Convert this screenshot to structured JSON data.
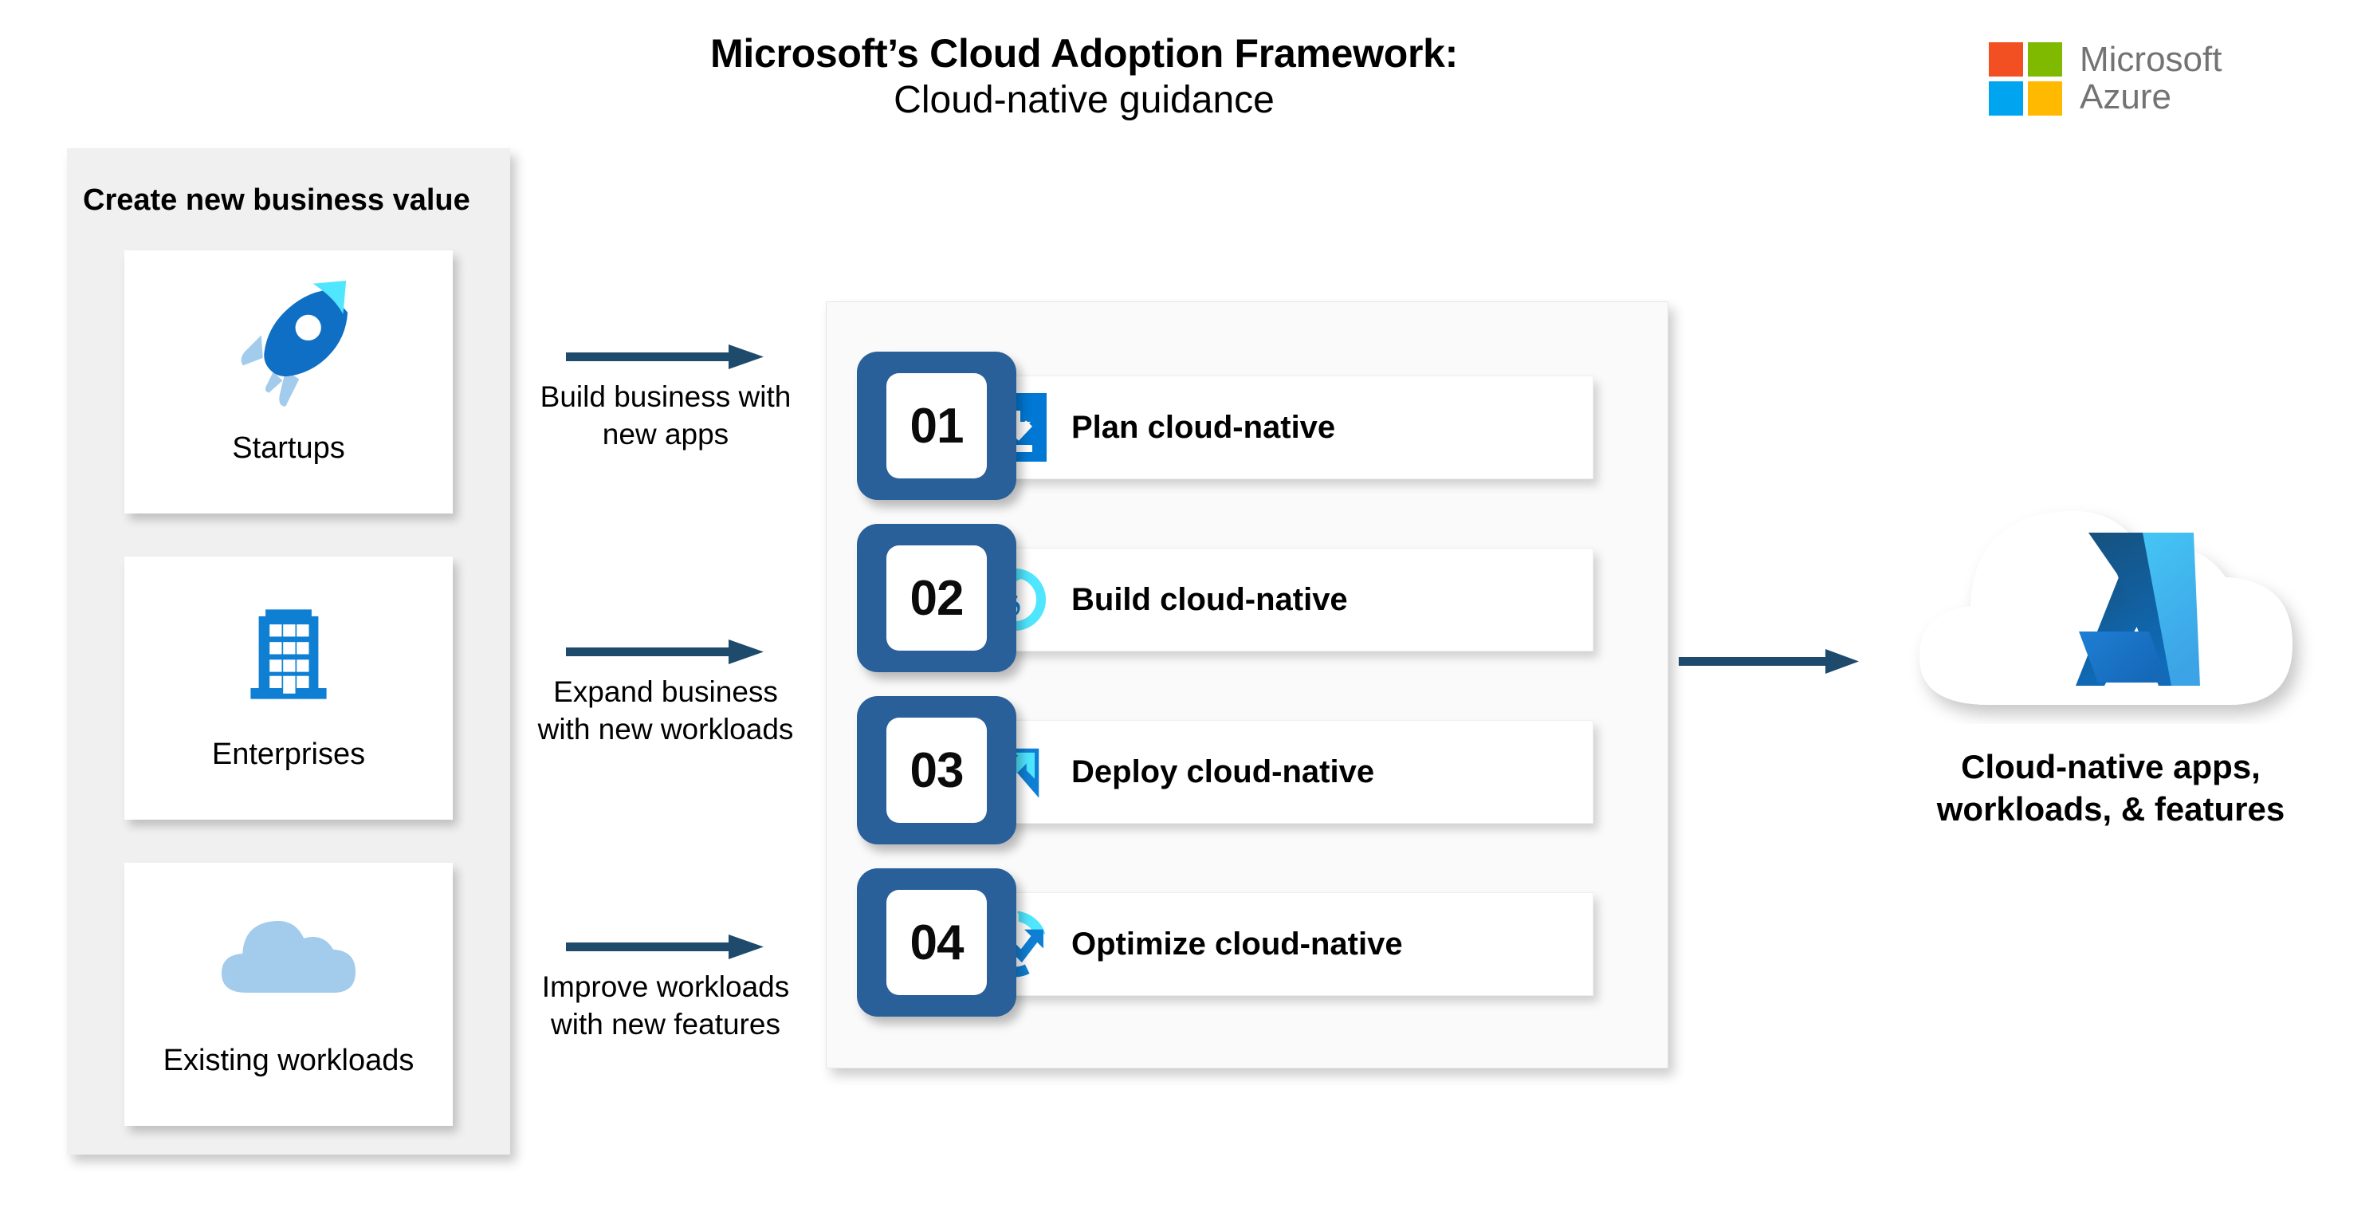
{
  "header": {
    "title_line_1": "Microsoft’s Cloud Adoption Framework:",
    "title_line_2": "Cloud-native guidance",
    "brand": {
      "word_top": "Microsoft",
      "word_bottom": "Azure",
      "square_colors": [
        "#F25022",
        "#7FBA00",
        "#00A4EF",
        "#FFB900"
      ],
      "wordmark_color": "#737373"
    }
  },
  "left_panel": {
    "title": "Create new business value",
    "background_color": "#F0F0F0",
    "cards": [
      {
        "label": "Startups",
        "icon": "rocket-icon"
      },
      {
        "label": "Enterprises",
        "icon": "office-building-icon"
      },
      {
        "label": "Existing workloads",
        "icon": "cloud-icon"
      }
    ]
  },
  "transitions": [
    {
      "icon": "arrow-right-icon",
      "caption": "Build business with new apps"
    },
    {
      "icon": "arrow-right-icon",
      "caption": "Expand business with new workloads"
    },
    {
      "icon": "arrow-right-icon",
      "caption": "Improve workloads with new features"
    }
  ],
  "center_panel": {
    "background_color": "#FAFAFA",
    "badge_color": "#2A6099",
    "steps": [
      {
        "number": "01",
        "label": "Plan cloud-native",
        "icon": "document-download-icon"
      },
      {
        "number": "02",
        "label": "Build cloud-native",
        "icon": "wrench-refresh-icon"
      },
      {
        "number": "03",
        "label": "Deploy cloud-native",
        "icon": "rocket-launch-arrow-icon"
      },
      {
        "number": "04",
        "label": "Optimize cloud-native",
        "icon": "gauge-trend-up-icon"
      }
    ]
  },
  "final_transition": {
    "icon": "arrow-right-icon"
  },
  "outcome": {
    "icon": "azure-cloud-logo-icon",
    "caption": "Cloud-native apps, workloads, & features",
    "cloud_color": "#FFFFFF",
    "azure_a_dark": "#0C5B9E",
    "azure_a_light": "#3FC3F5"
  },
  "palette": {
    "arrow_navy": "#1E4A6B",
    "azure_blue": "#0078D4",
    "azure_cyan": "#50E6FF",
    "light_blue": "#A3CBEC",
    "badge_blue": "#2A6099"
  }
}
